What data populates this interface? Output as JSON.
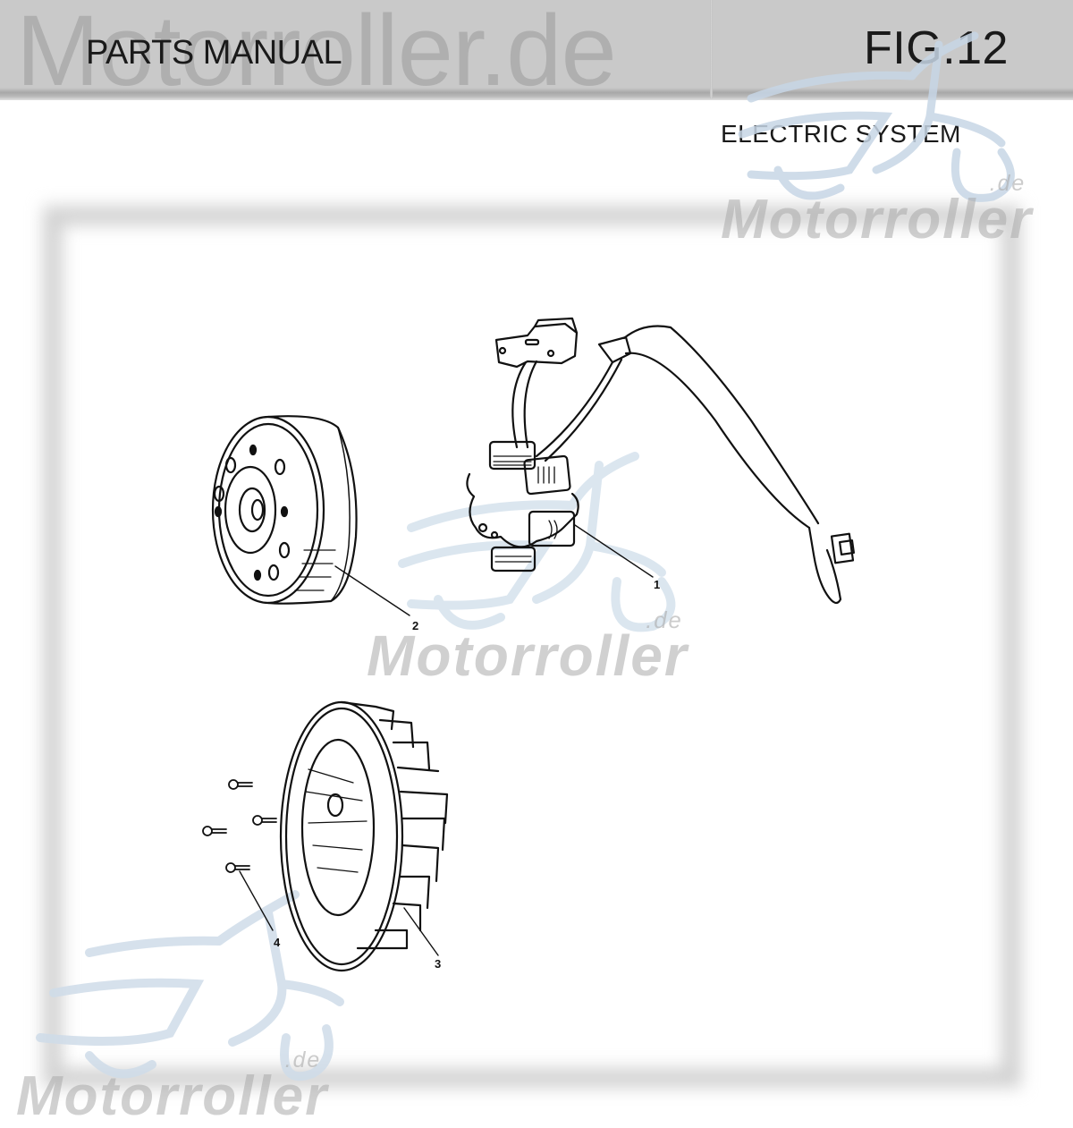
{
  "header": {
    "title_left": "PARTS MANUAL",
    "title_right": "FIG.12",
    "watermark": "Motorroller.de",
    "band_color": "#c9c9c9"
  },
  "section": {
    "subtitle": "ELECTRIC SYSTEM"
  },
  "watermarks": [
    {
      "text": "Motorroller",
      "suffix": ".de",
      "position": "top-right"
    },
    {
      "text": "Motorroller",
      "suffix": ".de",
      "position": "center"
    },
    {
      "text": "Motorroller",
      "suffix": ".de",
      "position": "bottom-left"
    }
  ],
  "diagram": {
    "parts": [
      {
        "number": "1",
        "name": "stator-coil-with-wiring"
      },
      {
        "number": "2",
        "name": "flywheel-rotor"
      },
      {
        "number": "3",
        "name": "cooling-fan"
      },
      {
        "number": "4",
        "name": "fan-bolts"
      }
    ]
  },
  "colors": {
    "text": "#1a1a1a",
    "frame": "#d2d2d2",
    "watermark_blue": "#c7d6e6",
    "watermark_gray": "#aaaaaa"
  }
}
